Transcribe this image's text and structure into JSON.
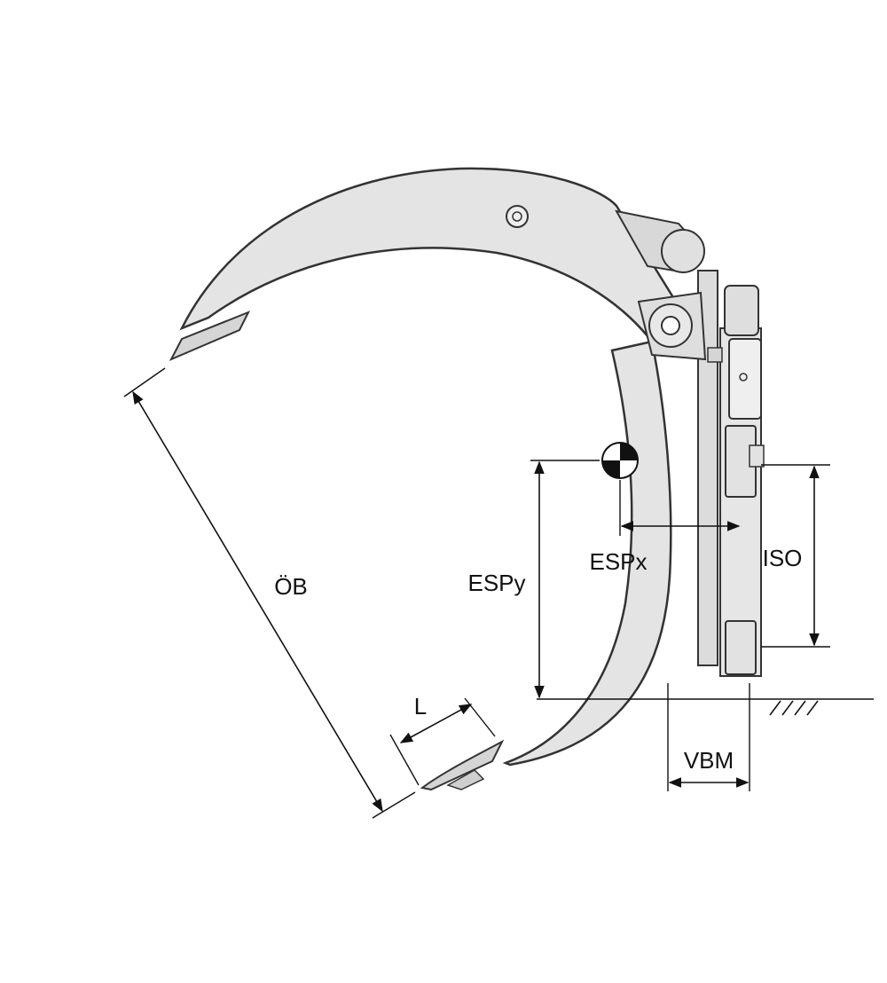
{
  "labels": {
    "opening": "ÖB",
    "length": "L",
    "cog_vertical": "ESPy",
    "cog_horizontal": "ESPx",
    "iso": "ISO",
    "vbm": "VBM"
  },
  "colors": {
    "metal_fill": "#e4e4e4",
    "metal_shade": "#c9c9c9",
    "outline": "#333333",
    "dimension": "#111111",
    "background": "#ffffff"
  },
  "icons": {
    "center_of_gravity": "center-of-gravity-icon"
  }
}
